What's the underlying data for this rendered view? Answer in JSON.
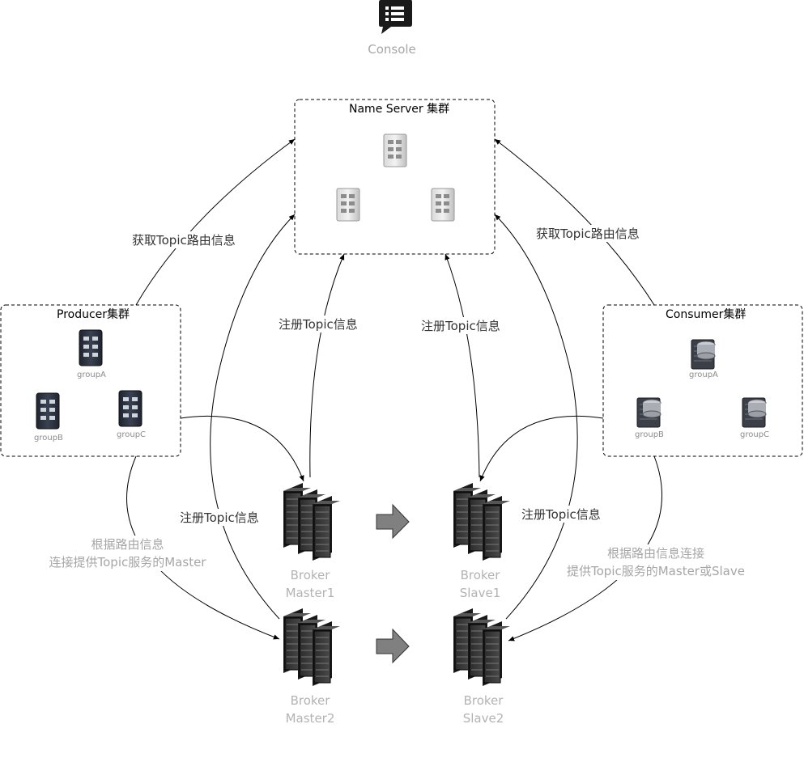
{
  "console": {
    "label": "Console",
    "icon": "chat-list-icon"
  },
  "name_server": {
    "title": "Name Server 集群"
  },
  "producer": {
    "title": "Producer集群",
    "groups": [
      "groupA",
      "groupB",
      "groupC"
    ]
  },
  "consumer": {
    "title": "Consumer集群",
    "groups": [
      "groupA",
      "groupB",
      "groupC"
    ]
  },
  "edges": {
    "producer_route": "获取Topic路由信息",
    "consumer_route": "获取Topic路由信息",
    "register_m1": "注册Topic信息",
    "register_s1": "注册Topic信息",
    "register_m2": "注册Topic信息",
    "register_s2": "注册Topic信息",
    "producer_connect_1": "根据路由信息",
    "producer_connect_2": "连接提供Topic服务的Master",
    "consumer_connect_1": "根据路由信息连接",
    "consumer_connect_2": "提供Topic服务的Master或Slave"
  },
  "brokers": {
    "master1": [
      "Broker",
      "Master1"
    ],
    "slave1": [
      "Broker",
      "Slave1"
    ],
    "master2": [
      "Broker",
      "Master2"
    ],
    "slave2": [
      "Broker",
      "Slave2"
    ]
  },
  "colors": {
    "arrow": "#000000",
    "muted_text": "#b3b3b3",
    "dashed_border": "#000000"
  }
}
